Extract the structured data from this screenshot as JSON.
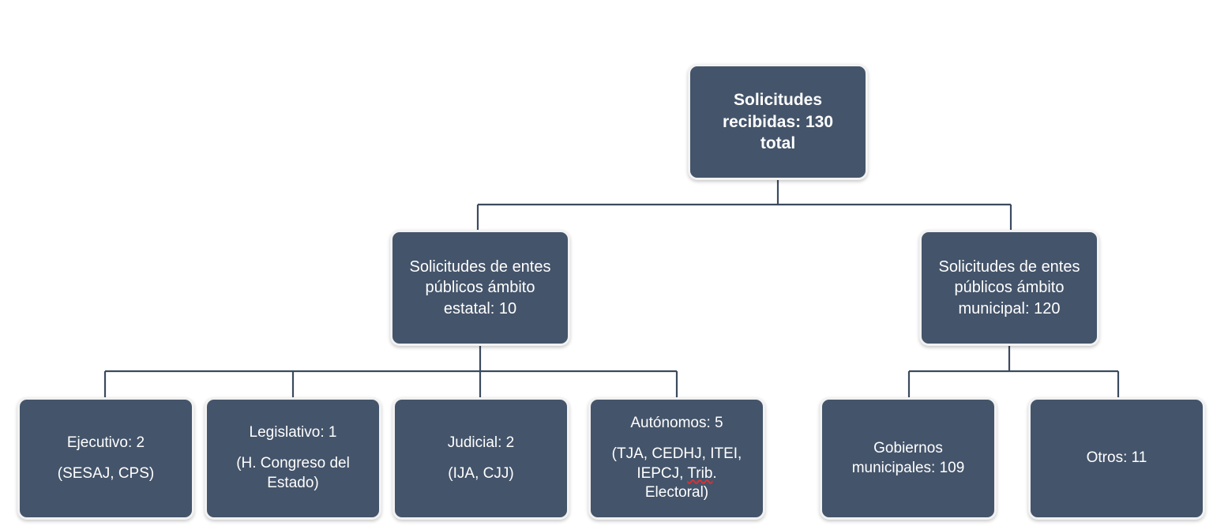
{
  "diagram": {
    "type": "org-chart",
    "title_text": "Solicitudes recibidas: 130 total",
    "colors": {
      "node_fill": "#44546A",
      "node_border": "#F2F2F2",
      "node_text": "#FFFFFF",
      "connector": "#3B4A5E",
      "background": "#FFFFFF",
      "spellcheck_underline": "#E03030"
    },
    "root": {
      "id": "solicitudes-recibidas",
      "lines": [
        "Solicitudes",
        "recibidas: 130",
        "total"
      ],
      "label": "Solicitudes recibidas: 130 total",
      "value": 130,
      "bold": true
    },
    "level2": [
      {
        "id": "ambito-estatal",
        "lines": [
          "Solicitudes de entes",
          "públicos ámbito",
          "estatal: 10"
        ],
        "label": "Solicitudes de entes públicos ámbito estatal: 10",
        "value": 10
      },
      {
        "id": "ambito-municipal",
        "lines": [
          "Solicitudes de entes",
          "públicos ámbito",
          "municipal: 120"
        ],
        "label": "Solicitudes de entes públicos ámbito municipal: 120",
        "value": 120
      }
    ],
    "leaves_estatal": [
      {
        "id": "ejecutivo",
        "label": "Ejecutivo: 2 (SESAJ, CPS)",
        "value": 2,
        "title": "Ejecutivo: 2",
        "detail": "(SESAJ, CPS)",
        "detail_lines": [
          "(SESAJ, CPS)"
        ]
      },
      {
        "id": "legislativo",
        "label": "Legislativo: 1 (H. Congreso del Estado)",
        "value": 1,
        "title": "Legislativo: 1",
        "detail": "(H. Congreso del Estado)",
        "detail_lines": [
          "(H. Congreso del",
          "Estado)"
        ]
      },
      {
        "id": "judicial",
        "label": "Judicial: 2 (IJA, CJJ)",
        "value": 2,
        "title": "Judicial: 2",
        "detail": "(IJA, CJJ)",
        "detail_lines": [
          "(IJA, CJJ)"
        ]
      },
      {
        "id": "autonomos",
        "label": "Autónomos: 5 (TJA, CEDHJ, ITEI, IEPCJ, Trib. Electoral)",
        "value": 5,
        "title": "Autónomos: 5",
        "detail": "(TJA, CEDHJ, ITEI, IEPCJ, Trib. Electoral)",
        "detail_lines": [
          "(TJA, CEDHJ, ITEI,",
          "IEPCJ, ",
          "Electoral)"
        ],
        "detail_line2_prefix": "IEPCJ, ",
        "detail_line2_misspelled": "Trib",
        "detail_line2_suffix": "."
      }
    ],
    "leaves_municipal": [
      {
        "id": "gobiernos-municipales",
        "label": "Gobiernos municipales: 109",
        "value": 109,
        "lines": [
          "Gobiernos",
          "municipales: 109"
        ]
      },
      {
        "id": "otros",
        "label": "Otros: 11",
        "value": 11,
        "lines": [
          "Otros: 11"
        ]
      }
    ]
  },
  "chart_data": {
    "type": "table",
    "title": "Solicitudes recibidas: 130 total",
    "categories": [
      "Solicitudes de entes públicos ámbito estatal",
      "Solicitudes de entes públicos ámbito municipal"
    ],
    "values": [
      10,
      120
    ],
    "breakdown_estatal": {
      "categories": [
        "Ejecutivo",
        "Legislativo",
        "Judicial",
        "Autónomos"
      ],
      "values": [
        2,
        1,
        2,
        5
      ]
    },
    "breakdown_municipal": {
      "categories": [
        "Gobiernos municipales",
        "Otros"
      ],
      "values": [
        109,
        11
      ]
    },
    "total": 130
  }
}
